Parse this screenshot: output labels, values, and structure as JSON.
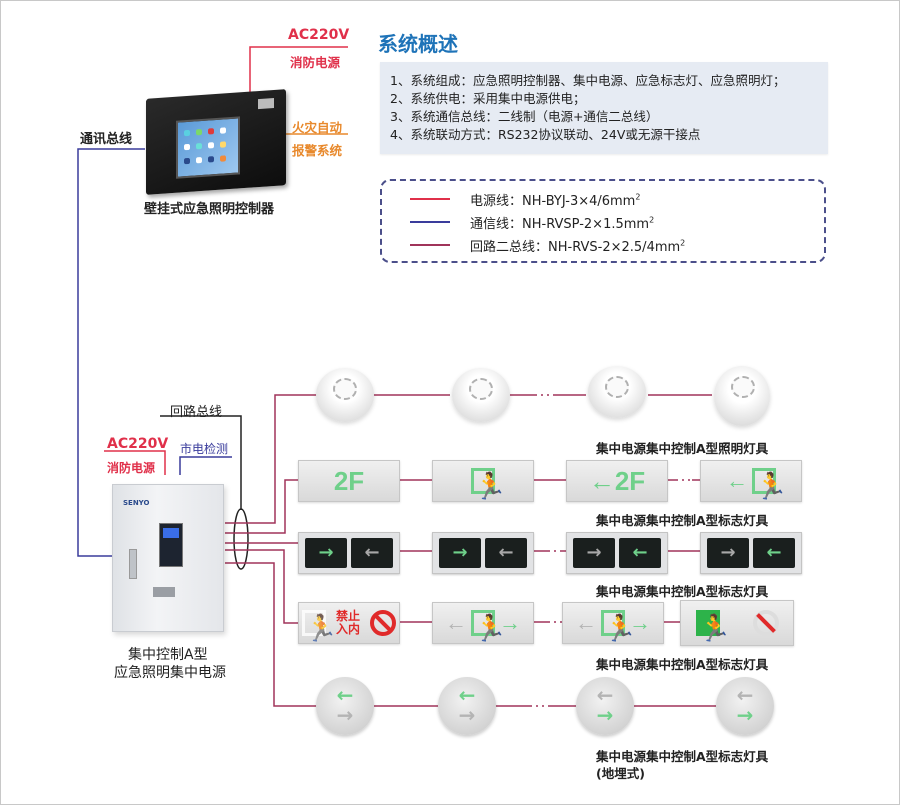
{
  "controller": {
    "power_label_top": "AC220V",
    "power_label_bottom": "消防电源",
    "fire_label_top": "火灾自动",
    "fire_label_bottom": "报警系统",
    "comm_bus_label": "通讯总线",
    "device_caption": "壁挂式应急照明控制器"
  },
  "overview": {
    "title": "系统概述",
    "items": [
      "1、系统组成：应急照明控制器、集中电源、应急标志灯、应急照明灯；",
      "2、系统供电：采用集中电源供电；",
      "3、系统通信总线：二线制（电源+通信二总线）",
      "4、系统联动方式：RS232协议联动、24V或无源干接点"
    ]
  },
  "legend": {
    "items": [
      {
        "label": "电源线：NH-BYJ-3×4/6mm",
        "sup": "2",
        "color": "#e0304a"
      },
      {
        "label": "通信线：NH-RVSP-2×1.5mm",
        "sup": "2",
        "color": "#3a3c9c"
      },
      {
        "label": "回路二总线：NH-RVS-2×2.5/4mm",
        "sup": "2",
        "color": "#a0345a"
      }
    ]
  },
  "power_supply": {
    "loop_bus_label": "回路总线",
    "power_label_top": "AC220V",
    "power_label_bottom": "消防电源",
    "mains_detect_label": "市电检测",
    "brand": "SENYO",
    "caption_line1": "集中控制A型",
    "caption_line2": "应急照明集中电源"
  },
  "rows": [
    {
      "caption": "集中电源集中控制A型照明灯具",
      "type": "ceiling-light"
    },
    {
      "caption": "集中电源集中控制A型标志灯具",
      "type": "wall-sign",
      "signs": [
        "2F",
        "EXIT",
        "←2F",
        "←EXIT"
      ]
    },
    {
      "caption": "集中电源集中控制A型标志灯具",
      "type": "corner-sign",
      "signs": [
        "→|←",
        "→|←",
        "→|←",
        "→|←"
      ]
    },
    {
      "caption": "集中电源集中控制A型标志灯具",
      "type": "double-sign",
      "ban_text_1": "禁止",
      "ban_text_2": "入内"
    },
    {
      "caption": "集中电源集中控制A型标志灯具",
      "caption_sub": "(地埋式)",
      "type": "floor-sign"
    }
  ],
  "colors": {
    "power_line": "#e0304a",
    "comm_line": "#3a3c9c",
    "loop_line": "#a0345a",
    "title_blue": "#1e73b8",
    "fire_orange": "#e8892c",
    "sign_green": "#6fd08a"
  }
}
